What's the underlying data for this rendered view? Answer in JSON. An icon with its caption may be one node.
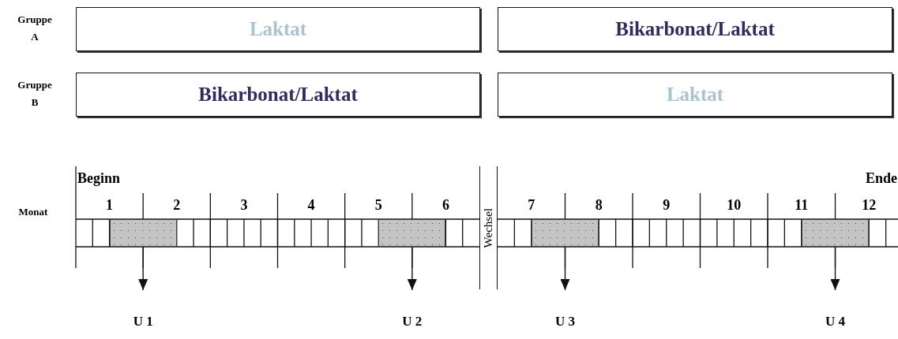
{
  "diagram": {
    "nodes": [
      {
        "text": [
          "Laktat"
        ]
      },
      {
        "text": [
          "Bikarbonat/Laktat"
        ]
      },
      {
        "text": [
          "Bikarbonat/Laktat"
        ]
      },
      {
        "text": [
          "Laktat"
        ]
      },
      {
        "text": [
          "Wechsel"
        ]
      },
      {
        "text": [],
        "shape": "box"
      },
      {
        "text": [],
        "shape": "box"
      },
      {
        "text": [],
        "shape": "box"
      },
      {
        "text": [],
        "shape": "box"
      },
      {
        "text": [
          "U 1"
        ]
      },
      {
        "text": [
          "U 2"
        ]
      },
      {
        "text": [
          "U 3"
        ]
      },
      {
        "text": [
          "U 4"
        ]
      }
    ],
    "edges": [
      {
        "from": 5,
        "to": 9,
        "arrow": "to"
      },
      {
        "from": 6,
        "to": 10,
        "arrow": "to"
      },
      {
        "from": 7,
        "to": 11,
        "arrow": "to"
      },
      {
        "from": 8,
        "to": 12,
        "arrow": "to"
      }
    ],
    "labels": [
      "Gruppe A",
      "Gruppe B",
      "Beginn",
      "Ende",
      "Monat",
      "1",
      "2",
      "3",
      "4",
      "5",
      "6",
      "7",
      "8",
      "9",
      "10",
      "11",
      "12"
    ]
  }
}
